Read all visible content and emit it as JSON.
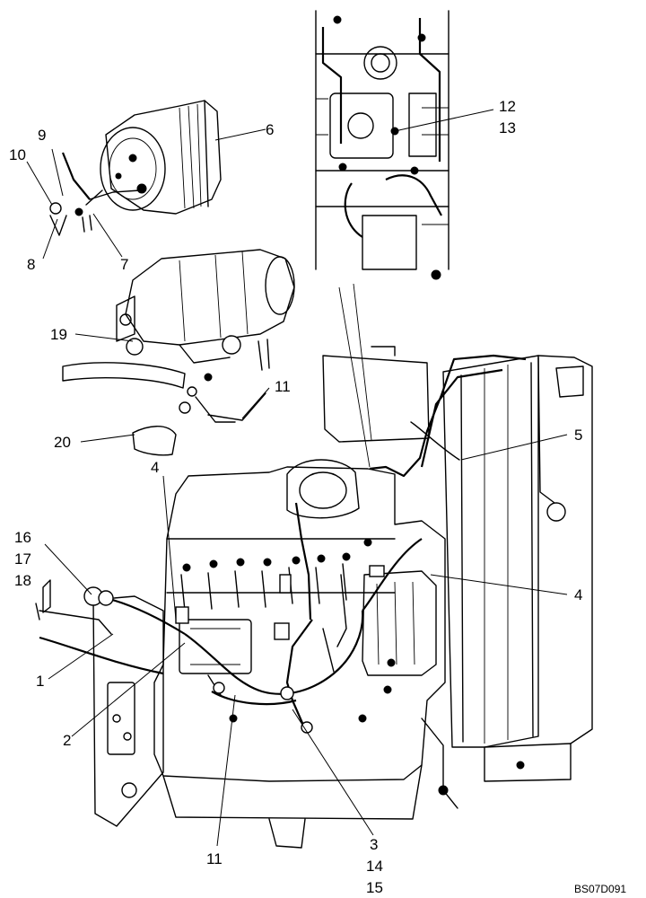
{
  "callouts": {
    "c1": "1",
    "c2": "2",
    "c3": "3",
    "c4a": "4",
    "c4b": "4",
    "c5": "5",
    "c6": "6",
    "c7": "7",
    "c8": "8",
    "c9": "9",
    "c10": "10",
    "c11a": "11",
    "c11b": "11",
    "c12": "12",
    "c13": "13",
    "c14": "14",
    "c15": "15",
    "c16": "16",
    "c17": "17",
    "c18": "18",
    "c19": "19",
    "c20": "20"
  },
  "figure_code": "BS07D091"
}
